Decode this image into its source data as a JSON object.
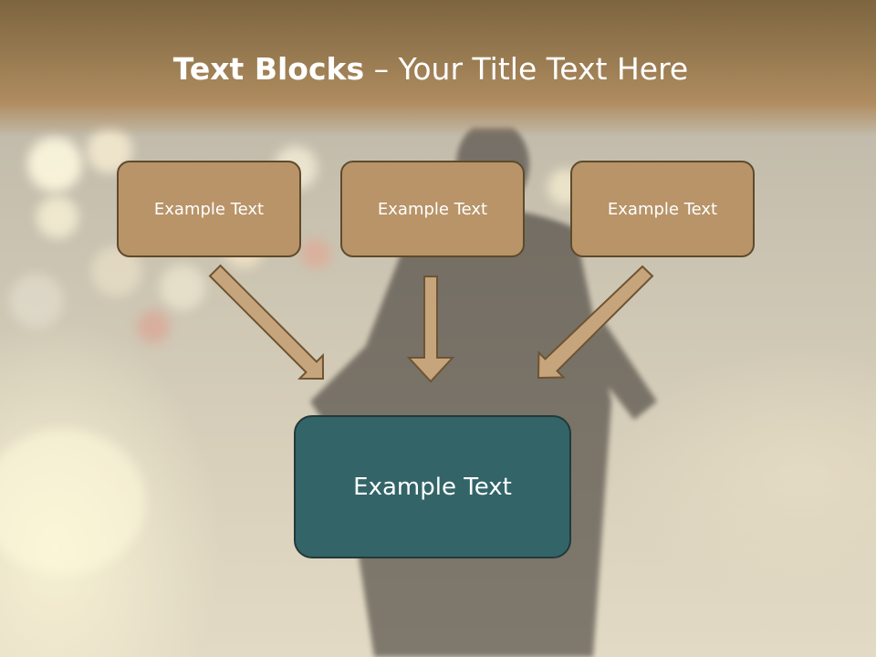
{
  "slide": {
    "title_bold": "Text Blocks",
    "title_rest": " – Your Title Text Here",
    "blocks": [
      {
        "label": "Example Text"
      },
      {
        "label": "Example Text"
      },
      {
        "label": "Example Text"
      }
    ],
    "target": {
      "label": "Example Text"
    }
  },
  "colors": {
    "header": "#9a7c52",
    "block_fill": "#b89468",
    "block_border": "#5e4a2c",
    "target_fill": "#336468",
    "arrow_fill": "#c7a57c",
    "title_text": "#ffffff"
  }
}
